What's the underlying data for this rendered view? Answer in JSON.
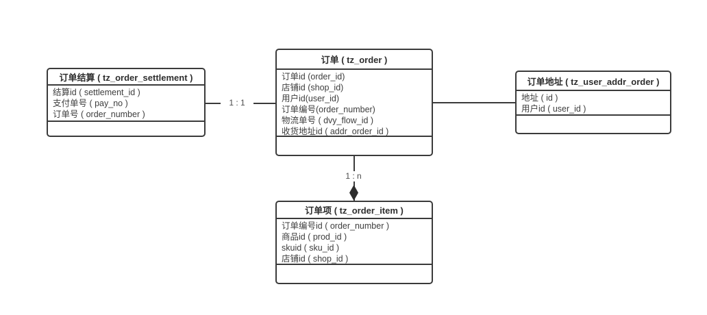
{
  "colors": {
    "background": "#ffffff",
    "line": "#3a3a3a",
    "entity_border": "#3a3a3a",
    "title_text": "#2e2e2e",
    "field_text": "#3d3d3d",
    "label_text": "#4a4a4a"
  },
  "entities": [
    {
      "id": "tz_order_settlement",
      "title": "订单结算 ( tz_order_settlement )",
      "fields": [
        "结算id ( settlement_id )",
        "支付单号 ( pay_no )",
        "订单号 ( order_number )"
      ]
    },
    {
      "id": "tz_order",
      "title": "订单 ( tz_order )",
      "fields": [
        "订单id (order_id)",
        "店铺id (shop_id)",
        "用户id(user_id)",
        "订单编号(order_number)",
        "物流单号 ( dvy_flow_id )",
        "收货地址id ( addr_order_id )"
      ]
    },
    {
      "id": "tz_user_addr_order",
      "title": "订单地址 ( tz_user_addr_order )",
      "fields": [
        "地址 ( id )",
        "用户id ( user_id )"
      ]
    },
    {
      "id": "tz_order_item",
      "title": "订单项 ( tz_order_item )",
      "fields": [
        "订单编号id ( order_number )",
        "商品id ( prod_id )",
        "skuid ( sku_id )",
        "店铺id ( shop_id )"
      ]
    }
  ],
  "relations": [
    {
      "from": "tz_order_settlement",
      "to": "tz_order",
      "label": "1 : 1",
      "arrow": "none"
    },
    {
      "from": "tz_order",
      "to": "tz_user_addr_order",
      "label": "",
      "arrow": "none"
    },
    {
      "from": "tz_order",
      "to": "tz_order_item",
      "label": "1 : n",
      "arrow": "filled-diamond"
    }
  ]
}
